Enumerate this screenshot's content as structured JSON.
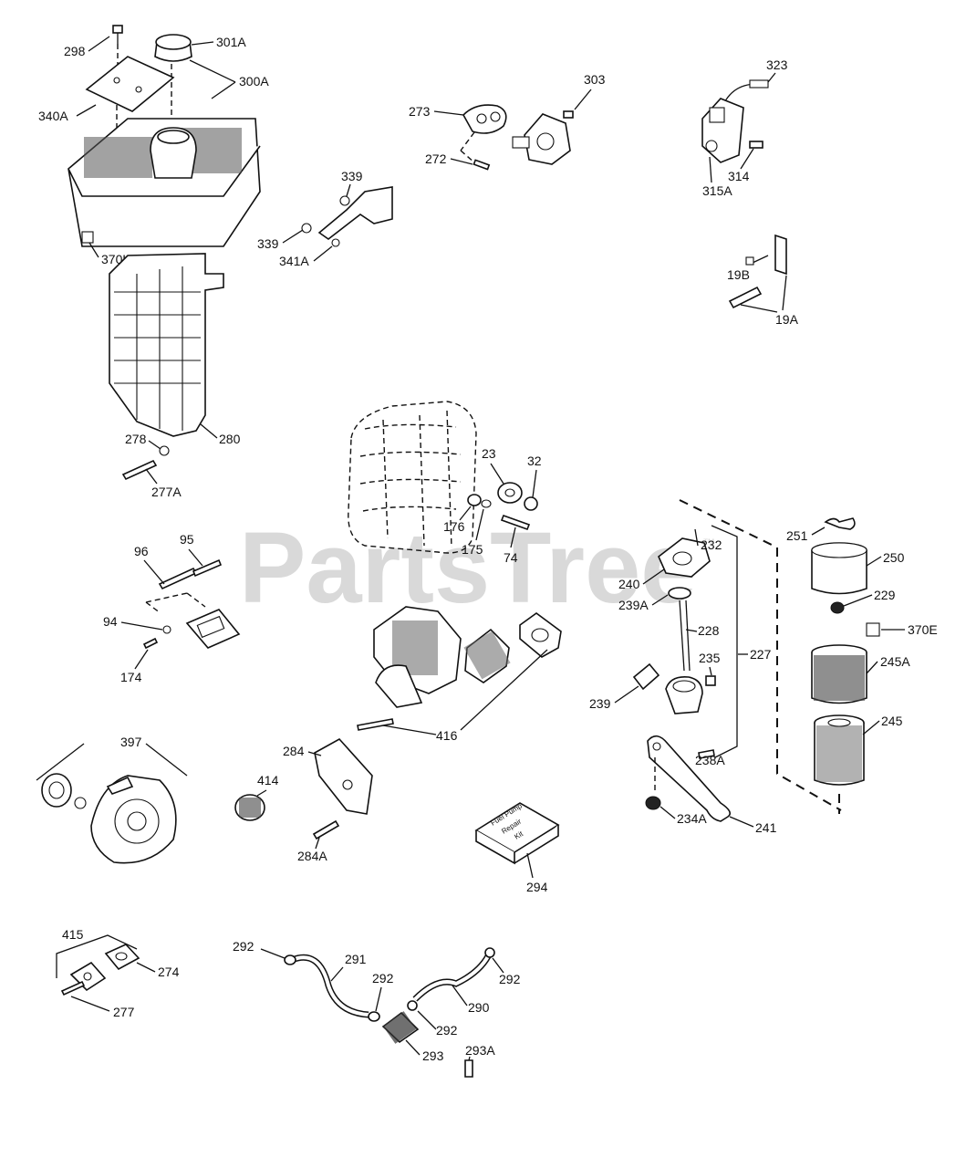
{
  "watermark": {
    "text": "PartsTree",
    "trademark": "™"
  },
  "labels": {
    "l298": "298",
    "l301A": "301A",
    "l300A": "300A",
    "l340A": "340A",
    "l370U": "370U",
    "l273": "273",
    "l303": "303",
    "l272": "272",
    "l323": "323",
    "l314": "314",
    "l315A": "315A",
    "l339a": "339",
    "l339b": "339",
    "l341A": "341A",
    "l19B": "19B",
    "l19A": "19A",
    "l278": "278",
    "l280": "280",
    "l277A": "277A",
    "l23": "23",
    "l32": "32",
    "l176": "176",
    "l175": "175",
    "l74": "74",
    "l96": "96",
    "l95": "95",
    "l94": "94",
    "l174": "174",
    "l232": "232",
    "l240": "240",
    "l239A": "239A",
    "l228": "228",
    "l235": "235",
    "l227": "227",
    "l239": "239",
    "l238A": "238A",
    "l234A": "234A",
    "l241": "241",
    "l251": "251",
    "l250": "250",
    "l229": "229",
    "l370E": "370E",
    "l245A": "245A",
    "l245": "245",
    "l416": "416",
    "l397": "397",
    "l284": "284",
    "l414": "414",
    "l284A": "284A",
    "l294": "294",
    "l415": "415",
    "l274": "274",
    "l277": "277",
    "l292a": "292",
    "l291": "291",
    "l292b": "292",
    "l292c": "292",
    "l290": "290",
    "l292d": "292",
    "l293": "293",
    "l293A": "293A"
  },
  "fuel_kit_box_text": [
    "Fuel Pump",
    "Repair",
    "Kit"
  ]
}
